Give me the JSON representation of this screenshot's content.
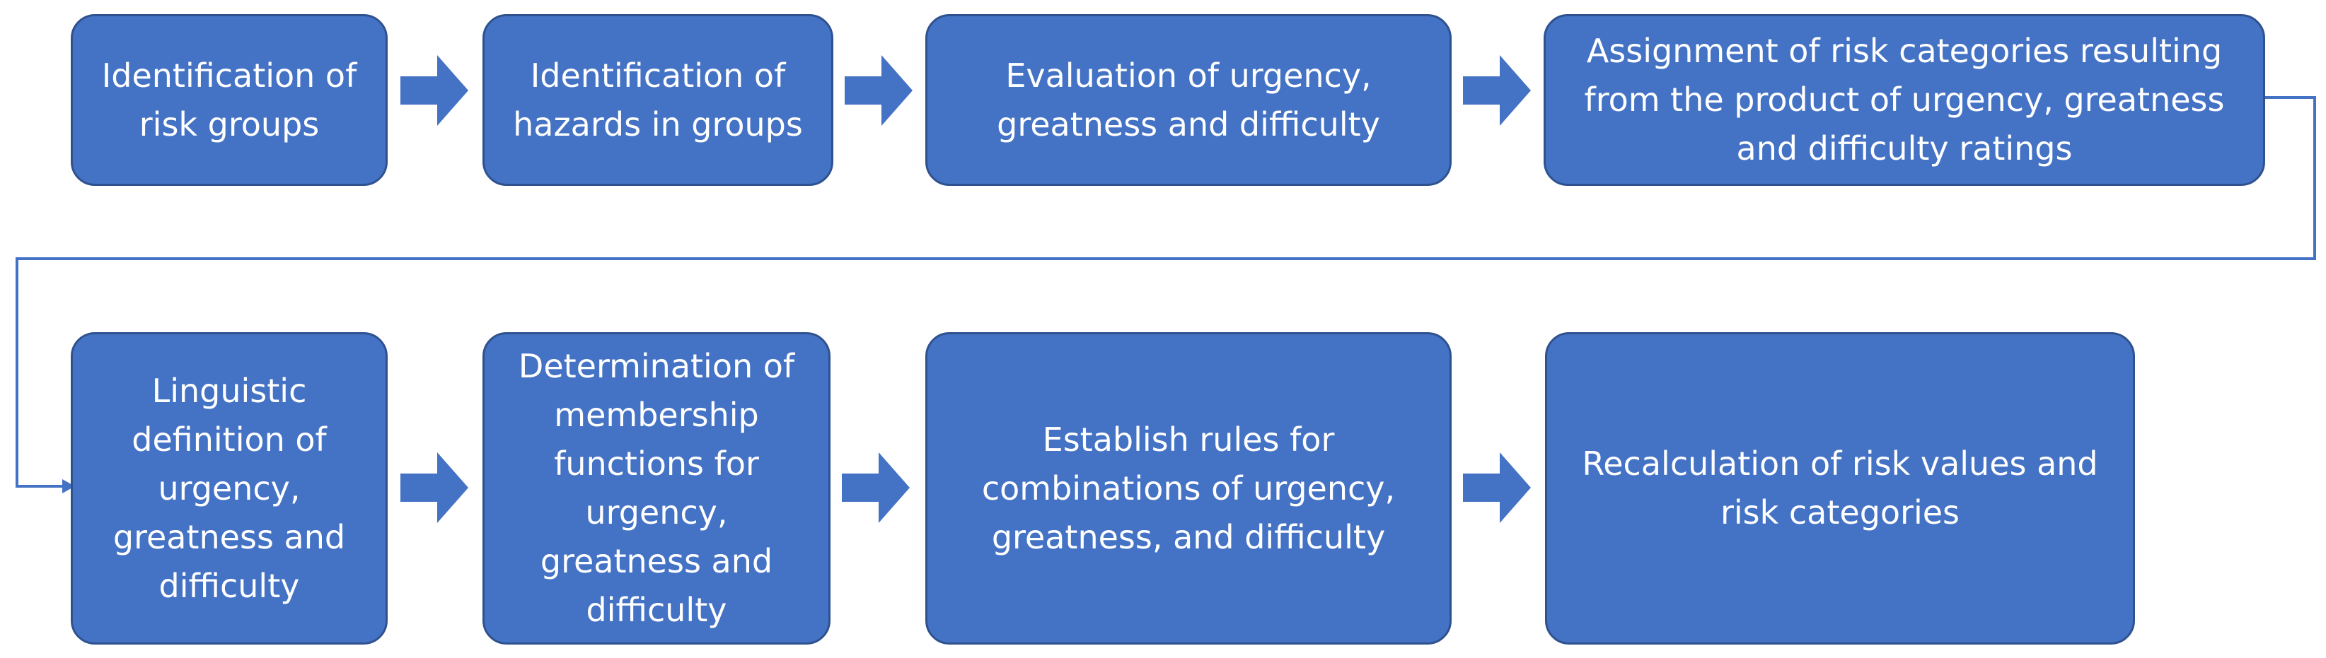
{
  "colors": {
    "box_fill": "#4472c4",
    "box_border": "#2f528f",
    "arrow_fill": "#4472c4",
    "connector": "#4472c4"
  },
  "steps": [
    "Identification of risk groups",
    "Identification of hazards in groups",
    "Evaluation of urgency, greatness and difficulty",
    "Assignment of risk categories resulting from the product of urgency, greatness and difficulty ratings",
    "Linguistic definition of urgency, greatness and difficulty",
    "Determination of membership functions for urgency, greatness and difficulty",
    "Establish rules for combinations of urgency, greatness, and difficulty",
    "Recalculation of risk values and risk categories"
  ]
}
